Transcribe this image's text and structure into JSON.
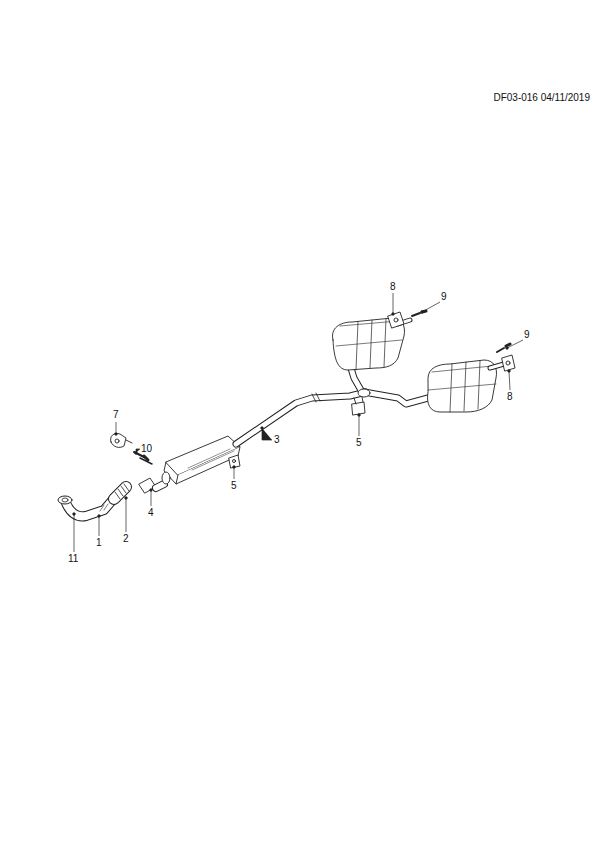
{
  "diagram": {
    "labels": [
      "DF03-016 04/11/2019",
      "8",
      "9",
      "9",
      "8",
      "7",
      "10",
      "3",
      "5",
      "5",
      "4",
      "2",
      "1",
      "11"
    ]
  }
}
